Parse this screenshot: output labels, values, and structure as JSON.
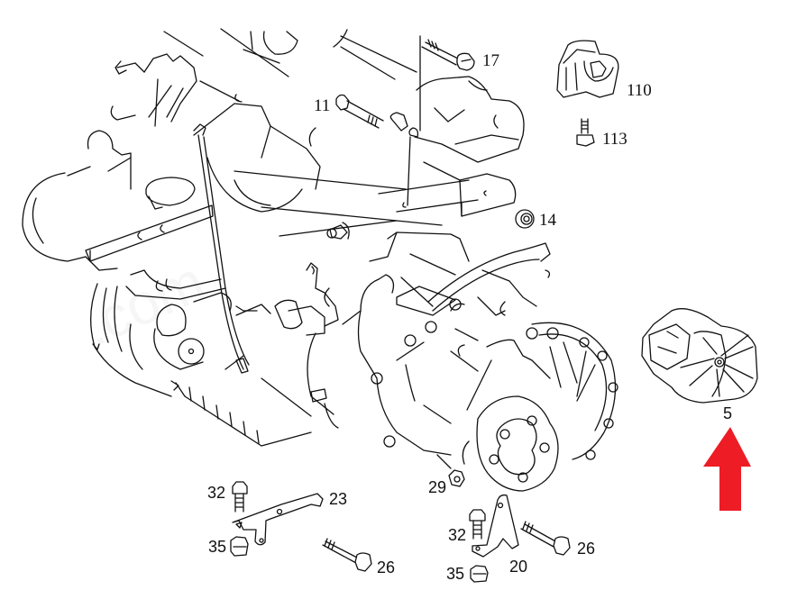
{
  "diagram": {
    "kind": "exploded parts diagram – engine with manual transmission and mounts",
    "watermark": ".com",
    "highlight_color": "#ee1c25",
    "line_color": "#111111",
    "callouts": {
      "c17": "17",
      "c110": "110",
      "c11": "11",
      "c113": "113",
      "c14": "14",
      "c5": "5",
      "c32a": "32",
      "c23": "23",
      "c35a": "35",
      "c26a": "26",
      "c29": "29",
      "c32b": "32",
      "c26b": "26",
      "c20": "20",
      "c35b": "35"
    },
    "highlighted_part": "5"
  }
}
